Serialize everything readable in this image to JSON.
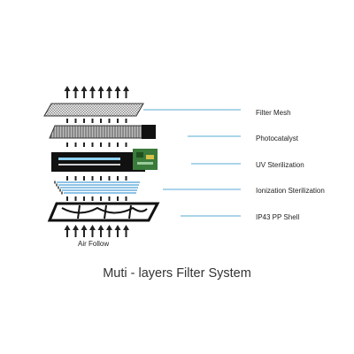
{
  "caption": "Muti - layers Filter System",
  "airflow_label": "Air Follow",
  "layers": [
    {
      "id": "filter-mesh",
      "label": "Filter Mesh"
    },
    {
      "id": "photocatalyst",
      "label": "Photocatalyst"
    },
    {
      "id": "uv-sterilization",
      "label": "UV Sterilization"
    },
    {
      "id": "ionization-sterilization",
      "label": "Ionization Sterilization"
    },
    {
      "id": "ip43-pp-shell",
      "label": "IP43 PP Shell"
    }
  ],
  "colors": {
    "leader_line": "#5aa9d6",
    "ion_lines": "#4a9fd8",
    "arrow": "#222222",
    "pcb": "#3a7a3a"
  }
}
